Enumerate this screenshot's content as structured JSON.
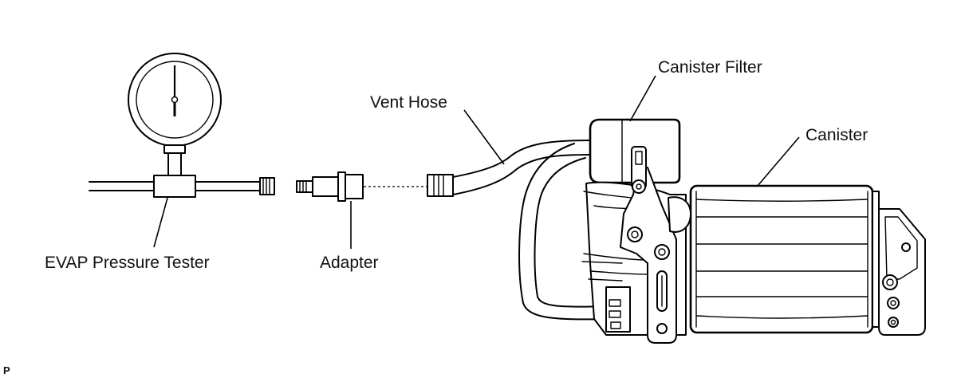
{
  "labels": {
    "evap_tester": "EVAP Pressure Tester",
    "adapter": "Adapter",
    "vent_hose": "Vent Hose",
    "canister_filter": "Canister Filter",
    "canister": "Canister"
  },
  "figure_code": "P"
}
